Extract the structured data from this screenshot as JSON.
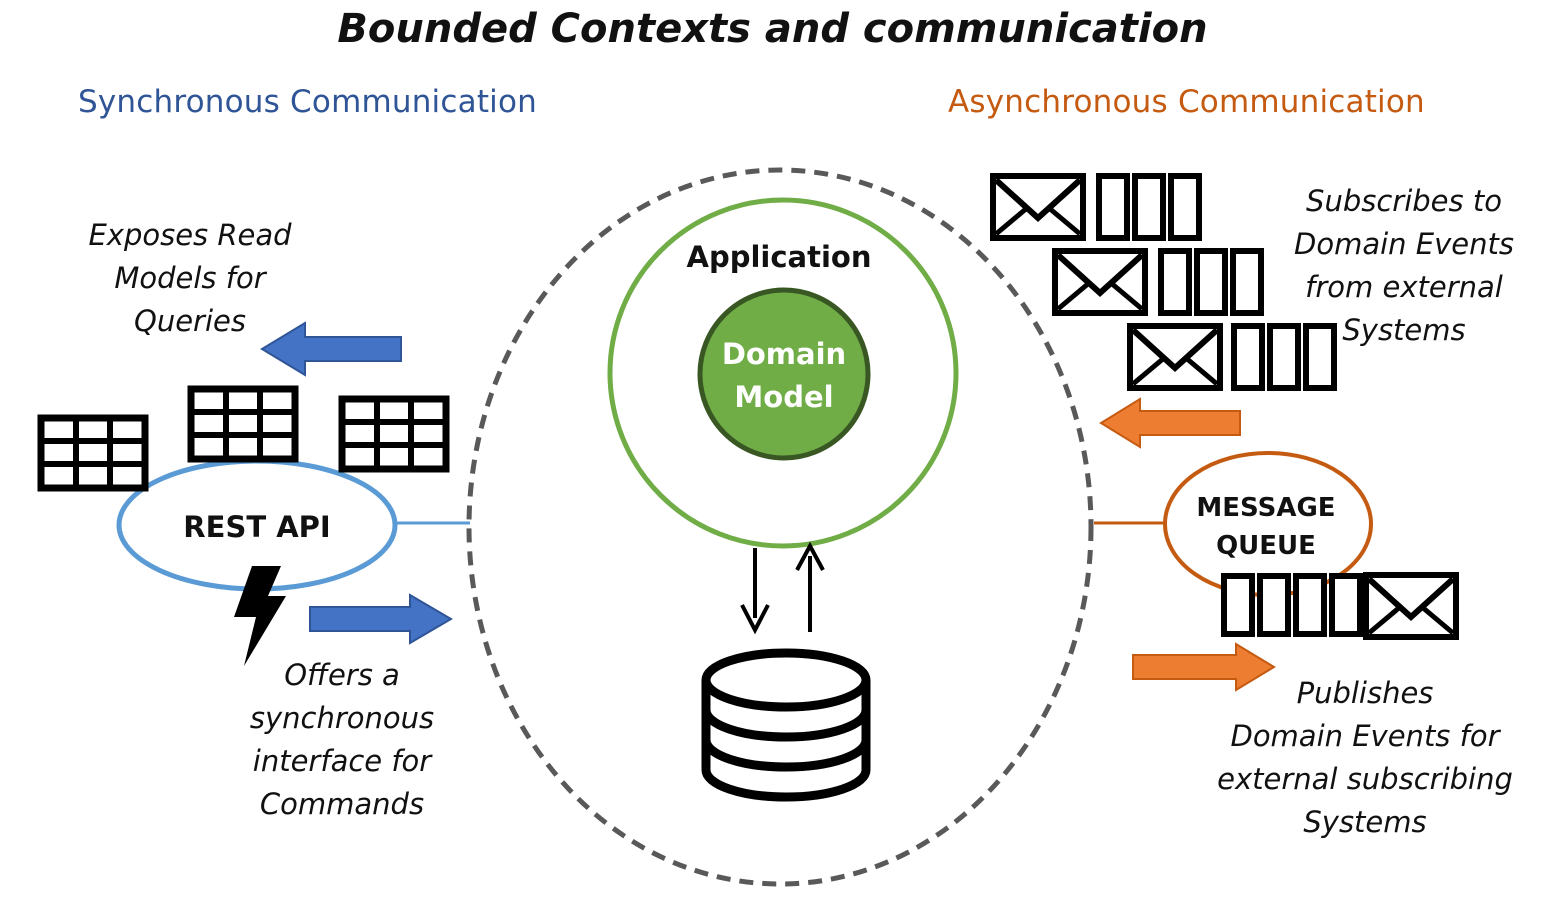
{
  "title": "Bounded Contexts and communication",
  "sync_heading": "Synchronous Communication",
  "async_heading": "Asynchronous Communication",
  "rest_api_label": "REST API",
  "application_label": "Application",
  "domain_model_label": "Domain\nModel",
  "message_queue_label": "MESSAGE\nQUEUE",
  "read_models_note": "Exposes Read\nModels for\nQueries",
  "commands_note": "Offers a\nsynchronous\ninterface for\nCommands",
  "subscribes_note": "Subscribes to\nDomain Events\nfrom external\nSystems",
  "publishes_note": "Publishes\nDomain Events for\nexternal subscribing\nSystems",
  "colors": {
    "sync_blue": "#2f5597",
    "arrow_blue": "#4472c4",
    "ellipse_blue": "#5b9bd5",
    "async_orange": "#c55a11",
    "arrow_orange": "#ed7d31",
    "green_ring": "#70ad47",
    "green_fill": "#70ad47",
    "green_border": "#375623",
    "dashed_gray": "#595959"
  },
  "icons": [
    "table-icon",
    "lightning-icon",
    "envelope-icon",
    "database-icon",
    "arrow-icon"
  ]
}
